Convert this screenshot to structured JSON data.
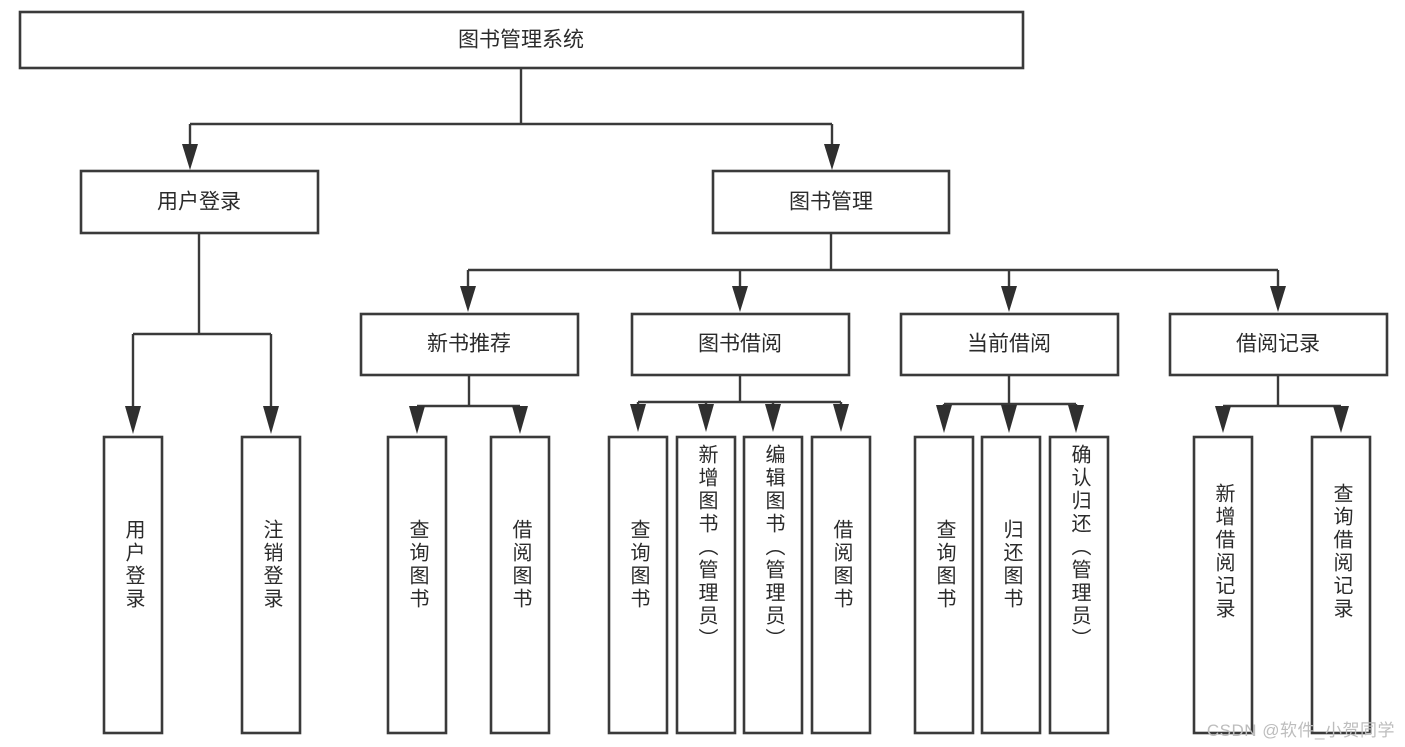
{
  "diagram": {
    "type": "tree",
    "title": "图书管理系统",
    "watermark": "CSDN @软件_小贺同学",
    "colors": {
      "background": "#ffffff",
      "box_stroke": "#3a3a3a",
      "text": "#2b2b2b",
      "watermark": "#bdbdbd"
    },
    "levels": {
      "root": {
        "label": "图书管理系统"
      },
      "tier1": [
        {
          "label": "用户登录"
        },
        {
          "label": "图书管理"
        }
      ],
      "tier2": [
        {
          "label": "新书推荐"
        },
        {
          "label": "图书借阅"
        },
        {
          "label": "当前借阅"
        },
        {
          "label": "借阅记录"
        }
      ],
      "leaves": {
        "user_login": [
          {
            "label": "用户登录"
          },
          {
            "label": "注销登录"
          }
        ],
        "new_book_recommend": [
          {
            "label": "查询图书"
          },
          {
            "label": "借阅图书"
          }
        ],
        "book_borrow": [
          {
            "label": "查询图书"
          },
          {
            "label": "新增图书（管理员）"
          },
          {
            "label": "编辑图书（管理员）"
          },
          {
            "label": "借阅图书"
          }
        ],
        "current_borrow": [
          {
            "label": "查询图书"
          },
          {
            "label": "归还图书"
          },
          {
            "label": "确认归还（管理员）"
          }
        ],
        "borrow_record": [
          {
            "label": "新增借阅记录"
          },
          {
            "label": "查询借阅记录"
          }
        ]
      }
    }
  }
}
